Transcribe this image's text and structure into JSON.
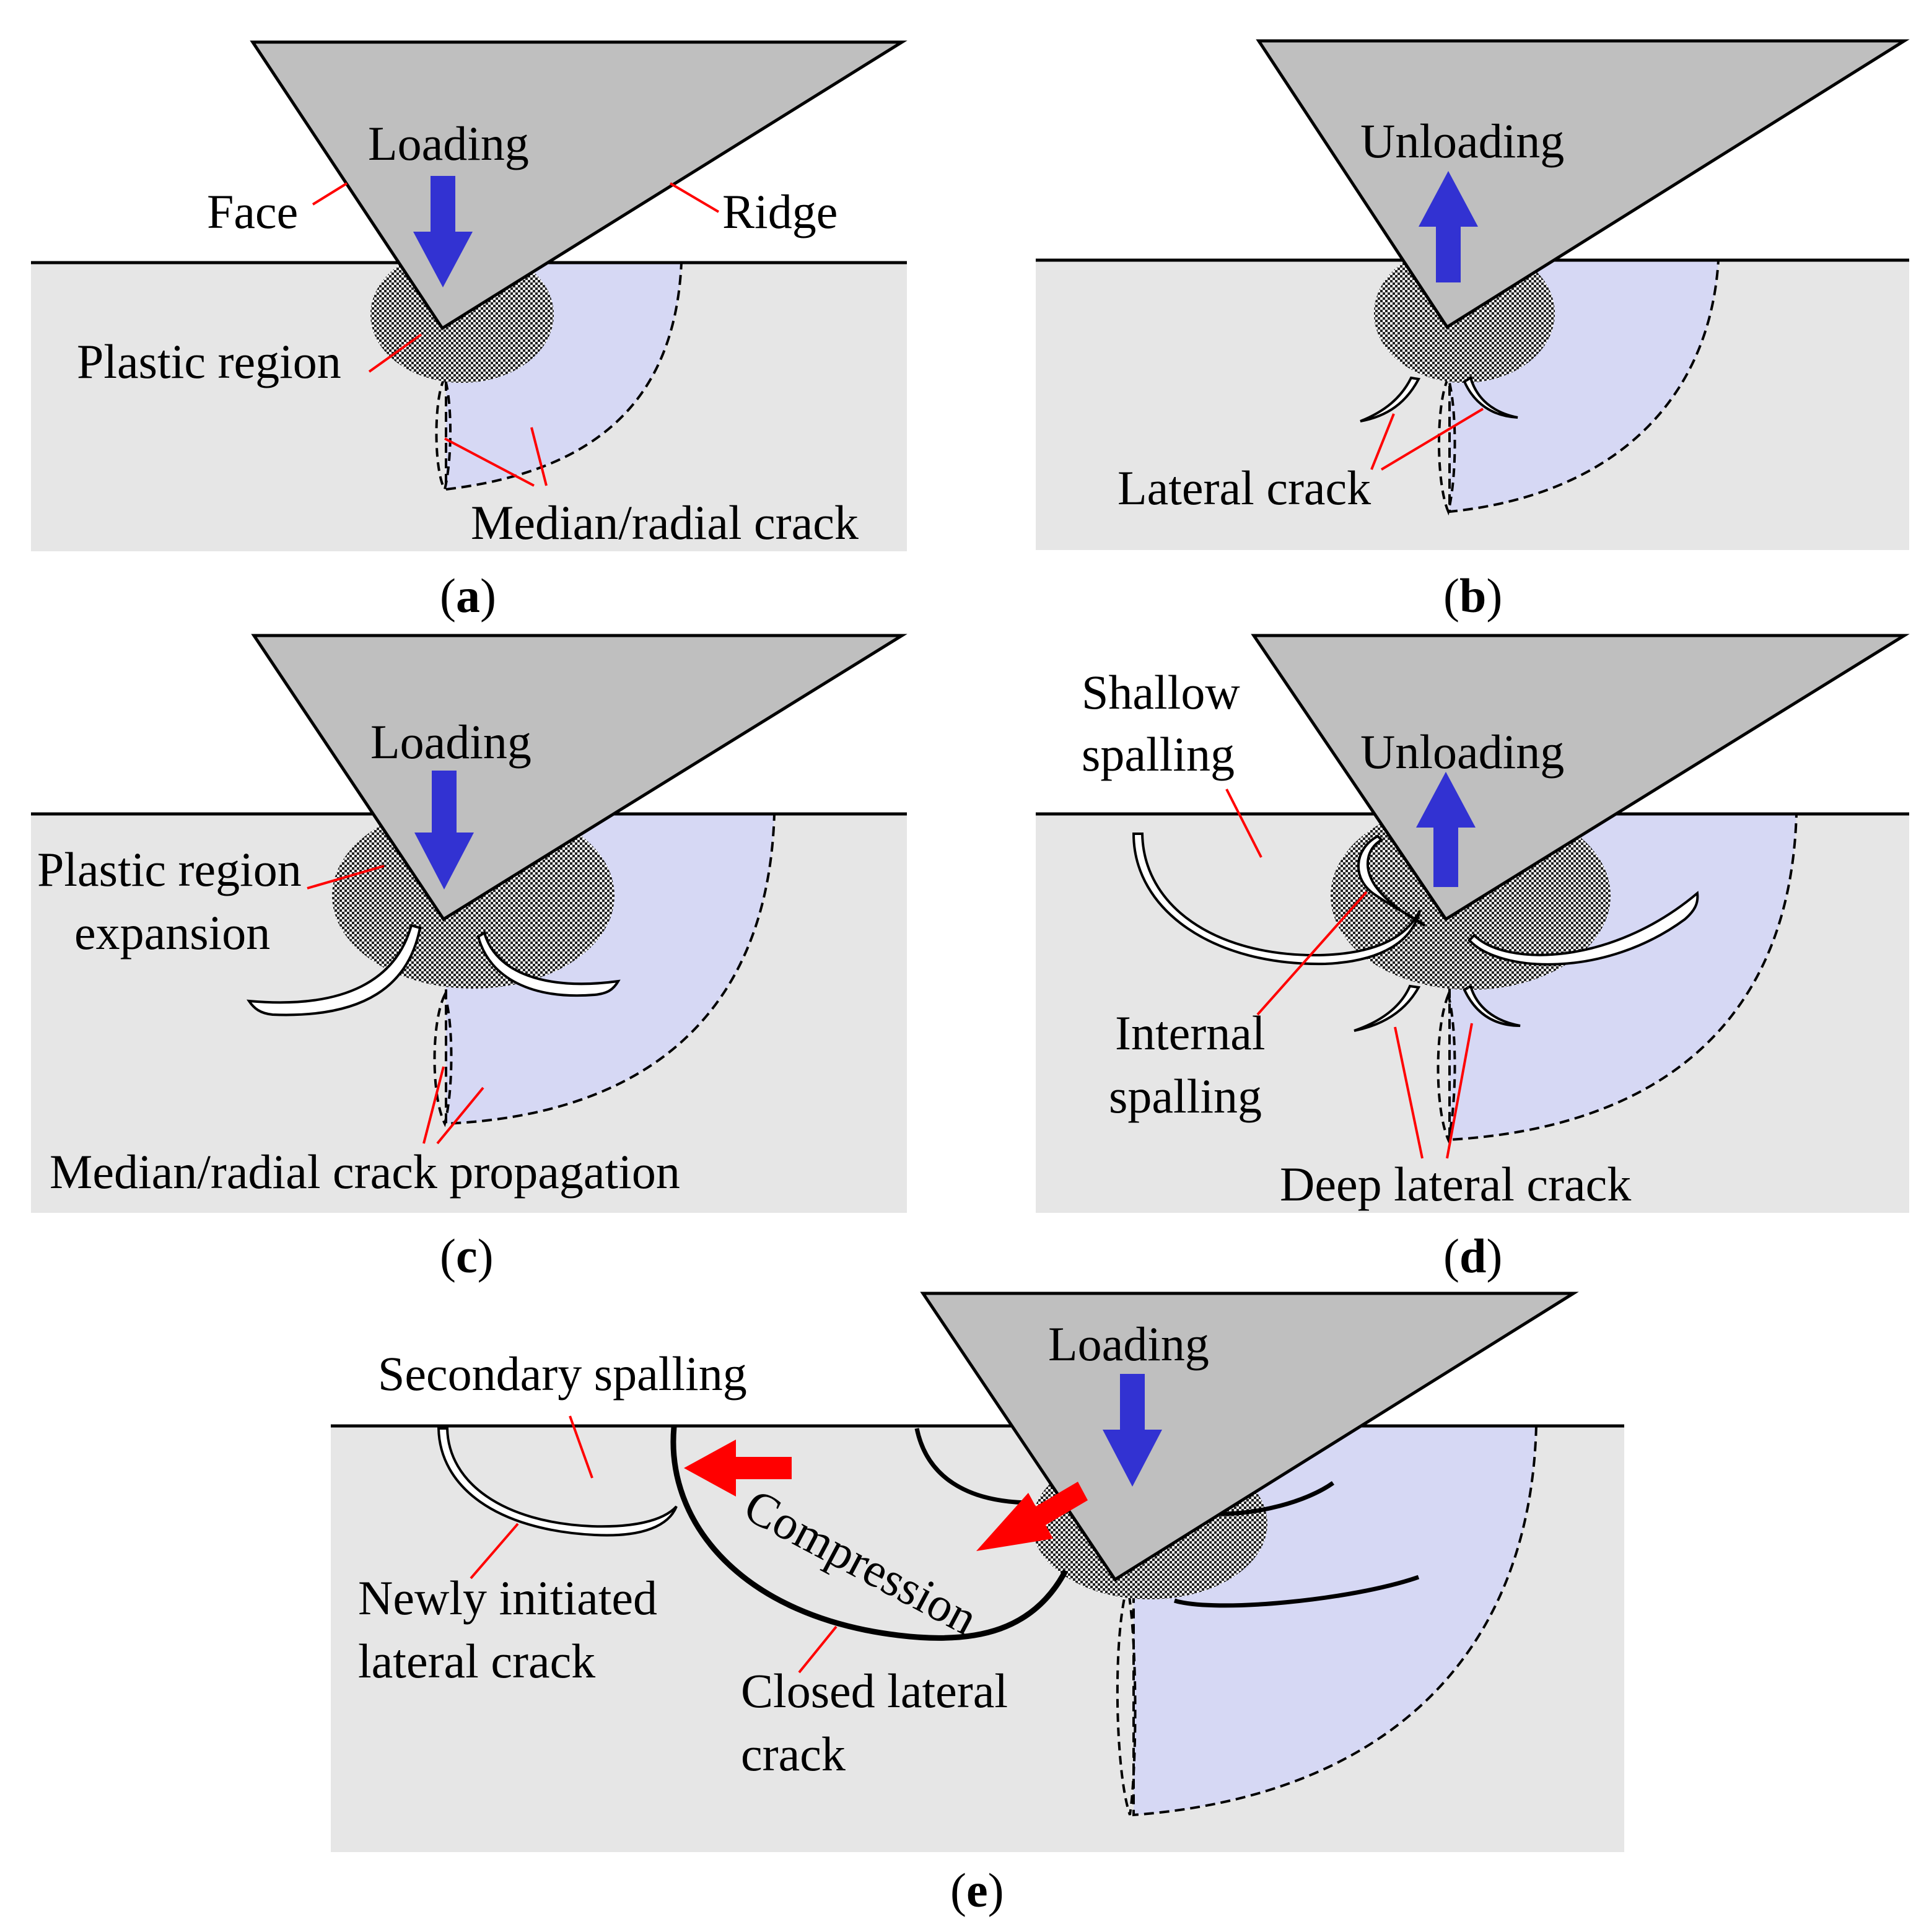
{
  "panels": {
    "a": {
      "caption_letter": "a",
      "action": "Loading",
      "face": "Face",
      "ridge": "Ridge",
      "plastic": "Plastic region",
      "median": "Median/radial crack"
    },
    "b": {
      "caption_letter": "b",
      "action": "Unloading",
      "lateral": "Lateral crack"
    },
    "c": {
      "caption_letter": "c",
      "action": "Loading",
      "plastic_line1": "Plastic region",
      "plastic_line2": "expansion",
      "median": "Median/radial crack propagation"
    },
    "d": {
      "caption_letter": "d",
      "action": "Unloading",
      "shallow_line1": "Shallow",
      "shallow_line2": "spalling",
      "internal_line1": "Internal",
      "internal_line2": "spalling",
      "deep": "Deep lateral crack"
    },
    "e": {
      "caption_letter": "e",
      "action": "Loading",
      "secondary": "Secondary spalling",
      "compression": "Compression",
      "newly_line1": "Newly initiated",
      "newly_line2": "lateral crack",
      "closed_line1": "Closed lateral",
      "closed_line2": "crack"
    }
  },
  "colors": {
    "substrate": "#e6e6e6",
    "indenter": "#bfbfbf",
    "stress_field": "#d6d8f4",
    "load_arrow": "#3232d2",
    "compression_arrow": "#ff0000",
    "leader": "#ff0000"
  }
}
